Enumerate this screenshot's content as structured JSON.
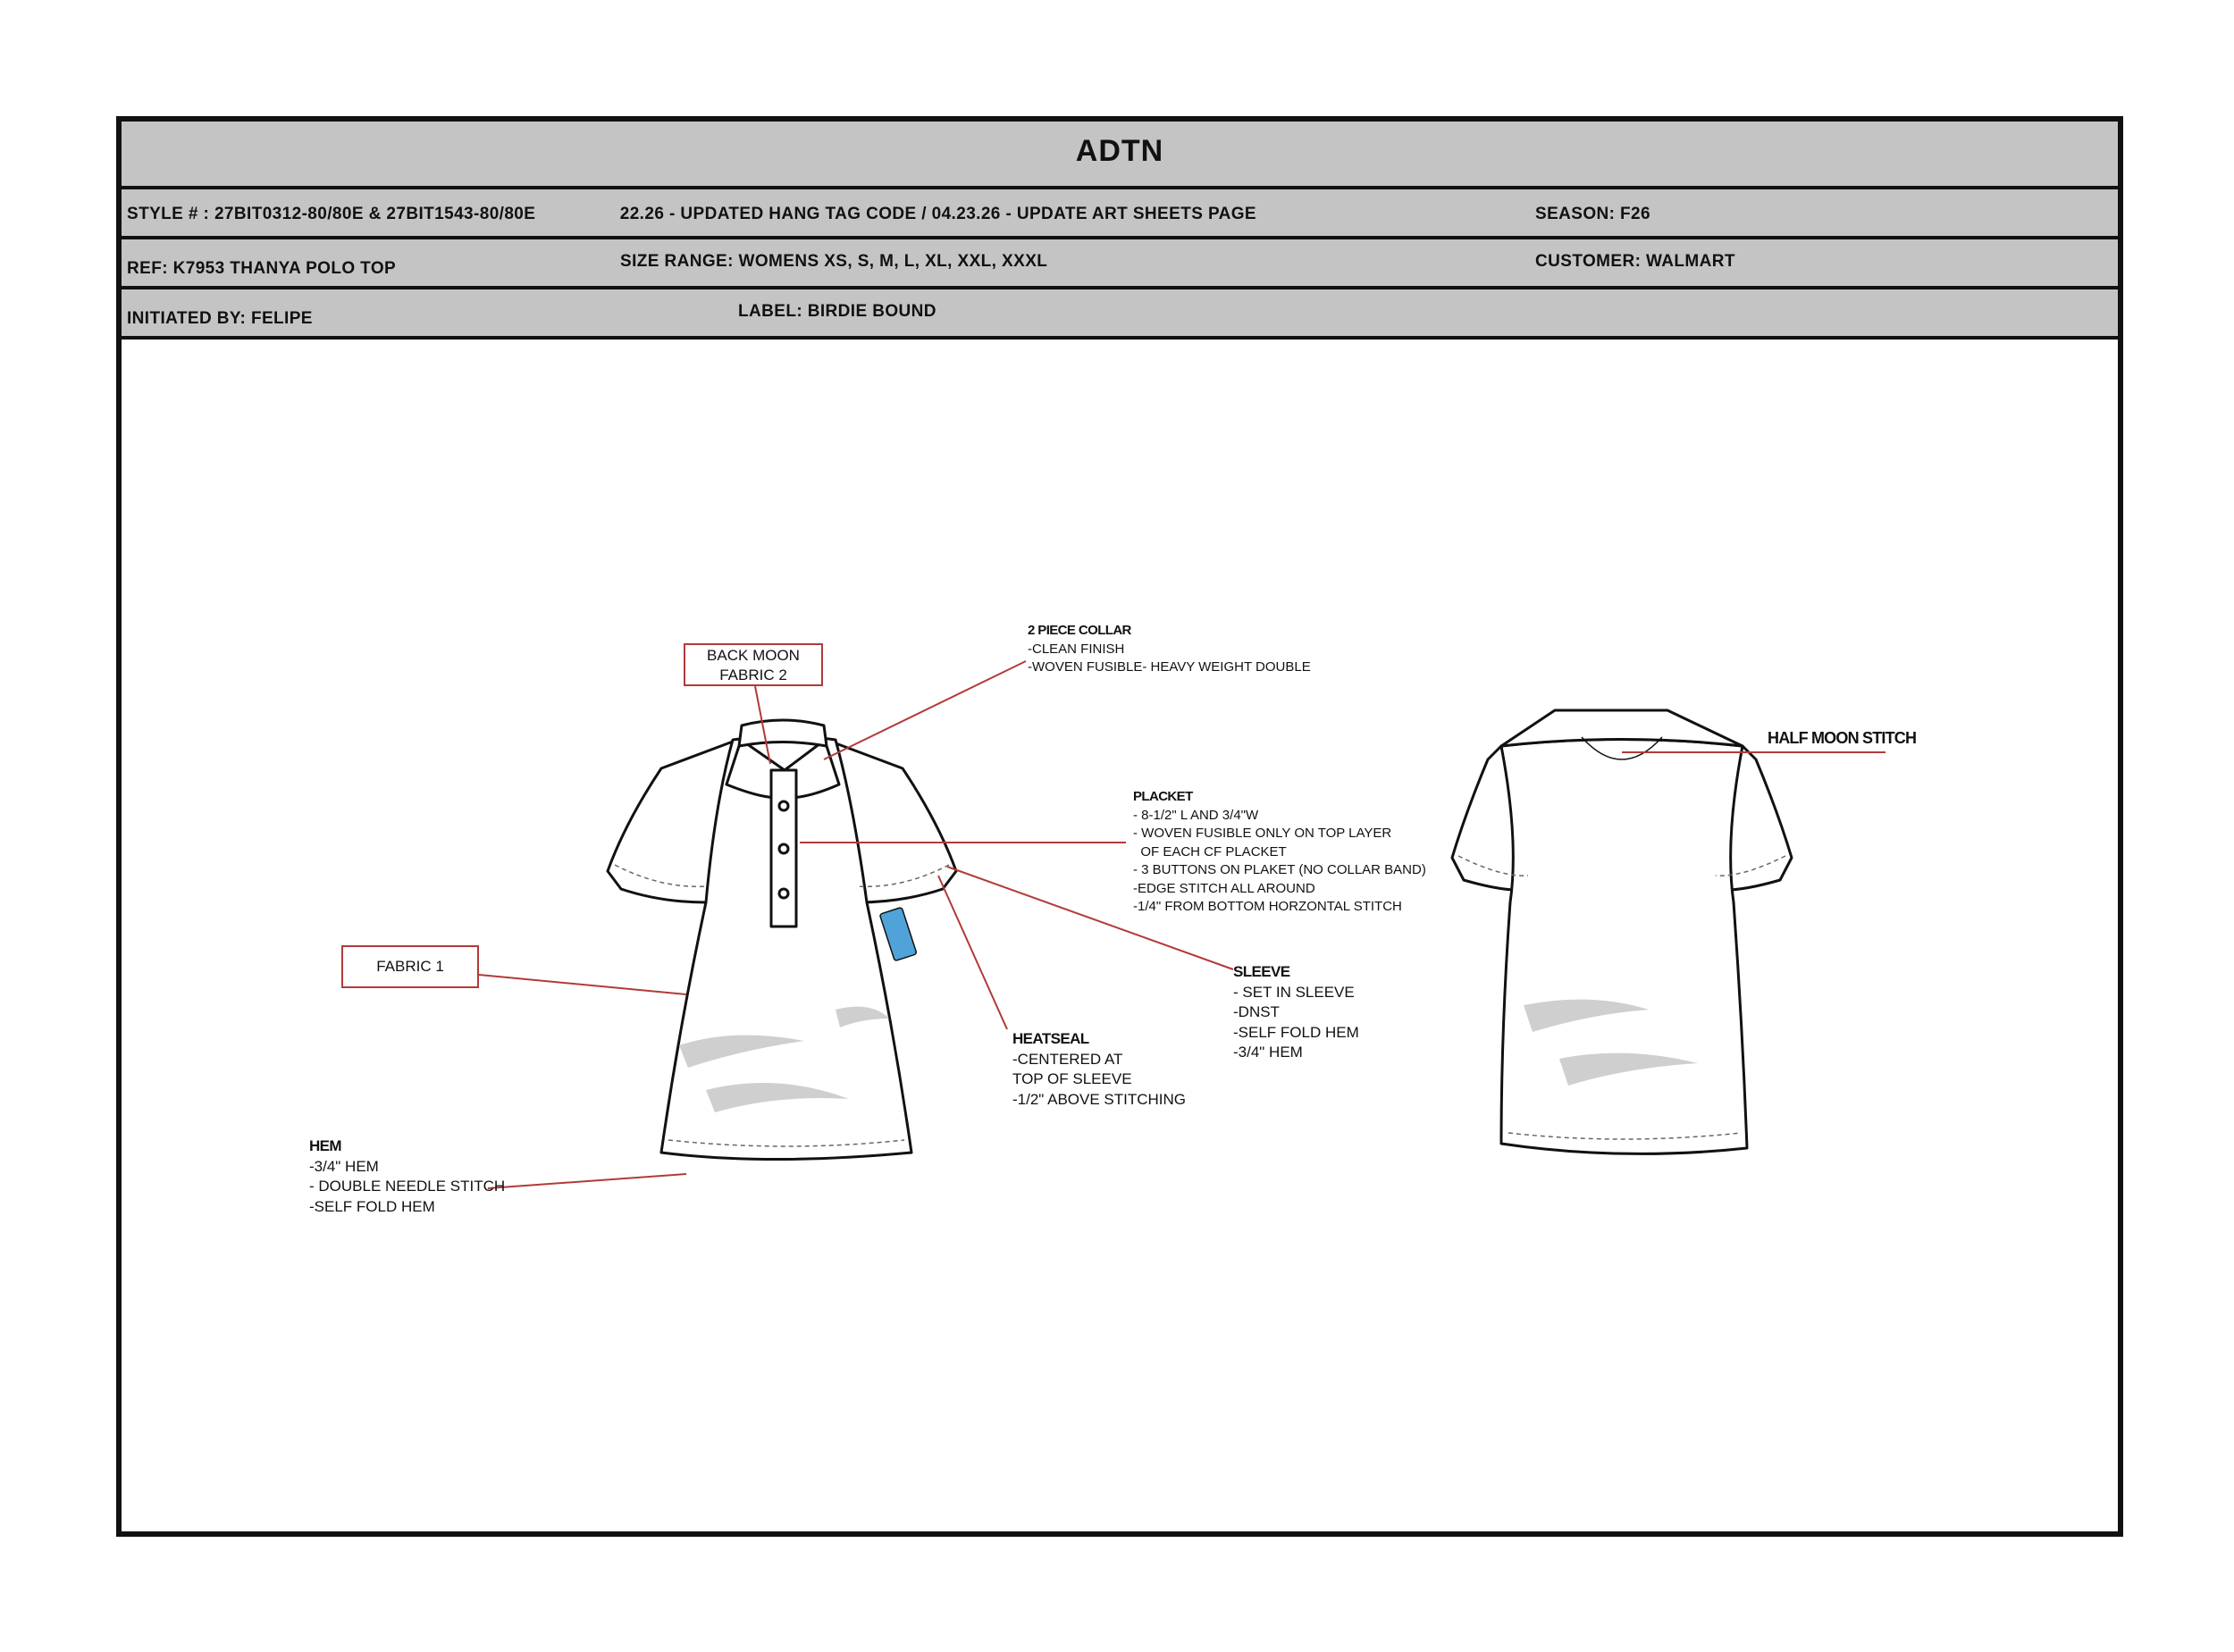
{
  "header": {
    "title": "ADTN",
    "style_no": "STYLE # : 27BIT0312-80/80E & 27BIT1543-80/80E",
    "update_note": "22.26 - UPDATED HANG TAG CODE / 04.23.26 - UPDATE ART SHEETS PAGE",
    "season": "SEASON: F26",
    "ref": "REF: K7953 THANYA POLO TOP",
    "size_range": "SIZE RANGE: WOMENS XS, S, M, L, XL, XXL, XXXL",
    "customer": "CUSTOMER: WALMART",
    "initiated_by": "INITIATED BY: FELIPE",
    "label": "LABEL: BIRDIE BOUND"
  },
  "callouts": {
    "back_moon": {
      "line1": "BACK MOON",
      "line2": "FABRIC 2"
    },
    "fabric1": "FABRIC 1",
    "collar": {
      "heading": "2 PIECE COLLAR",
      "lines": [
        "-CLEAN FINISH",
        "-WOVEN FUSIBLE- HEAVY WEIGHT DOUBLE"
      ]
    },
    "placket": {
      "heading": "PLACKET",
      "lines": [
        "- 8-1/2\" L AND 3/4\"W",
        "- WOVEN FUSIBLE ONLY ON TOP LAYER",
        "  OF EACH CF PLACKET",
        "- 3 BUTTONS ON PLAKET (NO COLLAR BAND)",
        "-EDGE STITCH ALL AROUND",
        "-1/4\" FROM BOTTOM HORZONTAL STITCH"
      ]
    },
    "sleeve": {
      "heading": "SLEEVE",
      "lines": [
        "- SET IN SLEEVE",
        "-DNST",
        "-SELF FOLD HEM",
        "-3/4\" HEM"
      ]
    },
    "heatseal": {
      "heading": "HEATSEAL",
      "lines": [
        "-CENTERED AT",
        "TOP OF SLEEVE",
        "-1/2\" ABOVE STITCHING"
      ]
    },
    "hem": {
      "heading": "HEM",
      "lines": [
        "-3/4\" HEM",
        "- DOUBLE NEEDLE STITCH",
        "-SELF FOLD HEM"
      ]
    },
    "half_moon": "HALF MOON STITCH"
  },
  "colors": {
    "header_bg": "#c4c4c4",
    "callout_line": "#b23a3a",
    "hang_tag": "#4fa3d9"
  }
}
